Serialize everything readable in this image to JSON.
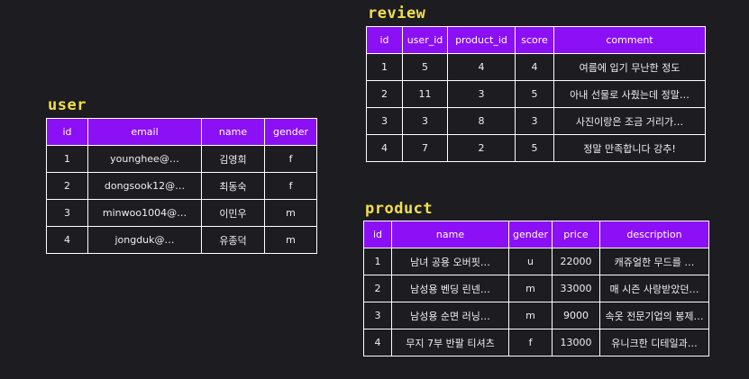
{
  "tables": {
    "review": {
      "title": "review",
      "columns": [
        "id",
        "user_id",
        "product_id",
        "score",
        "comment"
      ],
      "rows": [
        [
          "1",
          "5",
          "4",
          "4",
          "여름에 입기 무난한 정도"
        ],
        [
          "2",
          "11",
          "3",
          "5",
          "아내 선물로 사줬는데 정말…"
        ],
        [
          "3",
          "3",
          "8",
          "3",
          "사진이랑은 조금 거리가…"
        ],
        [
          "4",
          "7",
          "2",
          "5",
          "정말 만족합니다 강추!"
        ]
      ]
    },
    "user": {
      "title": "user",
      "columns": [
        "id",
        "email",
        "name",
        "gender"
      ],
      "rows": [
        [
          "1",
          "younghee@…",
          "김영희",
          "f"
        ],
        [
          "2",
          "dongsook12@…",
          "최동숙",
          "f"
        ],
        [
          "3",
          "minwoo1004@…",
          "이민우",
          "m"
        ],
        [
          "4",
          "jongduk@…",
          "유종덕",
          "m"
        ]
      ]
    },
    "product": {
      "title": "product",
      "columns": [
        "id",
        "name",
        "gender",
        "price",
        "description"
      ],
      "rows": [
        [
          "1",
          "남녀 공용 오버핏…",
          "u",
          "22000",
          "캐쥬얼한 무드를 …"
        ],
        [
          "2",
          "남성용 벤딩 린넨…",
          "m",
          "33000",
          "매 시즌 사랑받았던…"
        ],
        [
          "3",
          "남성용 순면 러닝…",
          "m",
          "9000",
          "속옷 전문기업의 봉제…"
        ],
        [
          "4",
          "무지 7부 반팔 티셔츠",
          "f",
          "13000",
          "유니크한 디테일과…"
        ]
      ]
    }
  },
  "colors": {
    "background": "#1c1c21",
    "header_fill": "#8b10f5",
    "title_text": "#f2df4c",
    "border": "#ffffff"
  }
}
